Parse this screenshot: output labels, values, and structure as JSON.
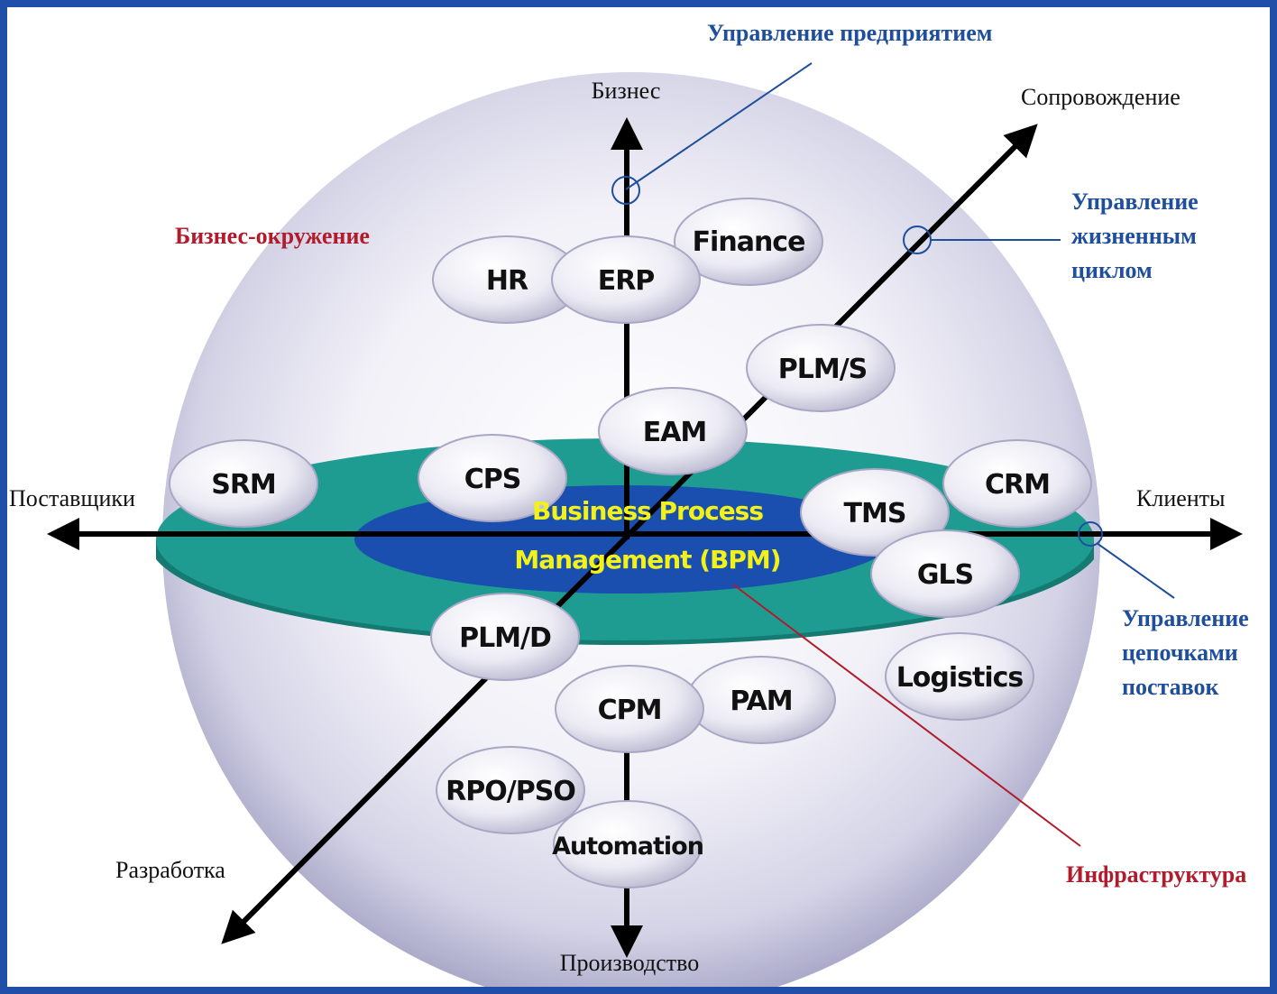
{
  "axes": {
    "top": "Бизнес",
    "bottom": "Производство",
    "left": "Поставщики",
    "right": "Клиенты",
    "diag_up": "Сопровождение",
    "diag_down": "Разработка"
  },
  "callouts": {
    "enterprise": "Управление предприятием",
    "lifecycle": [
      "Управление",
      "жизненным",
      "циклом"
    ],
    "supply_chain": [
      "Управление",
      "цепочками",
      "поставок"
    ],
    "environment": "Бизнес-окружение",
    "infrastructure": "Инфраструктура"
  },
  "center": {
    "line1": "Business Process",
    "line2": "Management (BPM)"
  },
  "bubbles": {
    "hr": "HR",
    "erp": "ERP",
    "finance": "Finance",
    "plms": "PLM/S",
    "eam": "EAM",
    "srm": "SRM",
    "cps": "CPS",
    "tms": "TMS",
    "crm": "CRM",
    "gls": "GLS",
    "plmd": "PLM/D",
    "logistics": "Logistics",
    "cpm": "CPM",
    "pam": "PAM",
    "rpo": "RPO/PSO",
    "automation": "Automation"
  },
  "colors": {
    "frame": "#1f4fa8",
    "disc_outer": "#1e9c92",
    "disc_inner": "#1a4fb0",
    "bpm_text": "#f2f21a",
    "callout_blue": "#1f4f9c",
    "callout_red": "#b01c2c"
  }
}
